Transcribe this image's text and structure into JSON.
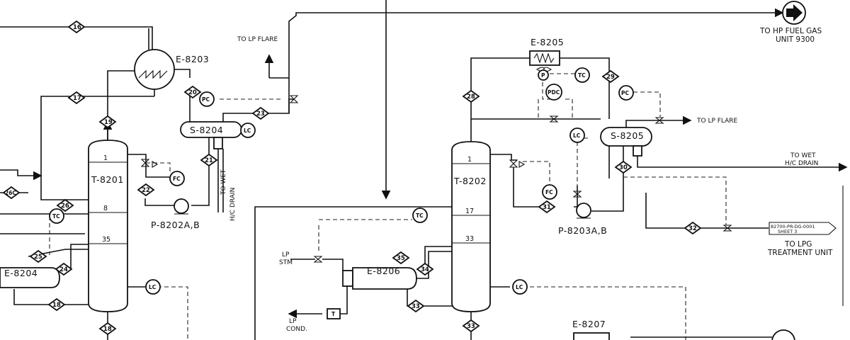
{
  "equipment": {
    "e8203": "E-8203",
    "e8204": "E-8204",
    "e8205": "E-8205",
    "e8206": "E-8206",
    "e8207": "E-8207",
    "s8204": "S-8204",
    "s8205": "S-8205",
    "t8201": "T-8201",
    "t8202": "T-8202",
    "p8202": "P-8202A,B",
    "p8203": "P-8203A,B"
  },
  "trays": {
    "t8201_1": "1",
    "t8201_8": "8",
    "t8201_35": "35",
    "t8202_1": "1",
    "t8202_17": "17",
    "t8202_33": "33"
  },
  "streams": {
    "s16": "16",
    "s17": "17",
    "s19": "19",
    "s20": "20",
    "s21": "21",
    "s22": "22",
    "s23": "23",
    "s24": "24",
    "s25": "25",
    "s26": "26",
    "s26c": "26C",
    "s18a": "18",
    "s18b": "18",
    "s28": "28",
    "s29": "29",
    "s30": "30",
    "s31": "31",
    "s32": "32",
    "s33a": "33",
    "s33b": "33",
    "s34": "34",
    "s35": "35"
  },
  "instruments": {
    "pc1": "PC",
    "lc1": "LC",
    "fc1": "FC",
    "tc1": "TC",
    "lc2": "LC",
    "pc2": "PC",
    "tc2": "TC",
    "p1": "P",
    "pdc": "PDC",
    "lc3": "LC",
    "fc2": "FC",
    "tc3": "TC",
    "lc4": "LC",
    "trap": "T"
  },
  "notes": {
    "lp_flare_1": "TO LP FLARE",
    "lp_flare_2": "TO LP FLARE",
    "hp_fuel_1": "TO HP FUEL GAS",
    "hp_fuel_2": "UNIT 9300",
    "wet_drain_a1": "TO WET",
    "wet_drain_a2": "H/C DRAIN",
    "wet_drain_b1": "TO WET",
    "wet_drain_b2": "H/C DRAIN",
    "lp_stm_1": "LP",
    "lp_stm_2": "STM",
    "lp_cond_1": "LP",
    "lp_cond_2": "COND.",
    "lpg_1": "TO LPG",
    "lpg_2": "TREATMENT UNIT",
    "offpage_1": "82700-PR-DG-0001",
    "offpage_2": "SHEET 3"
  }
}
